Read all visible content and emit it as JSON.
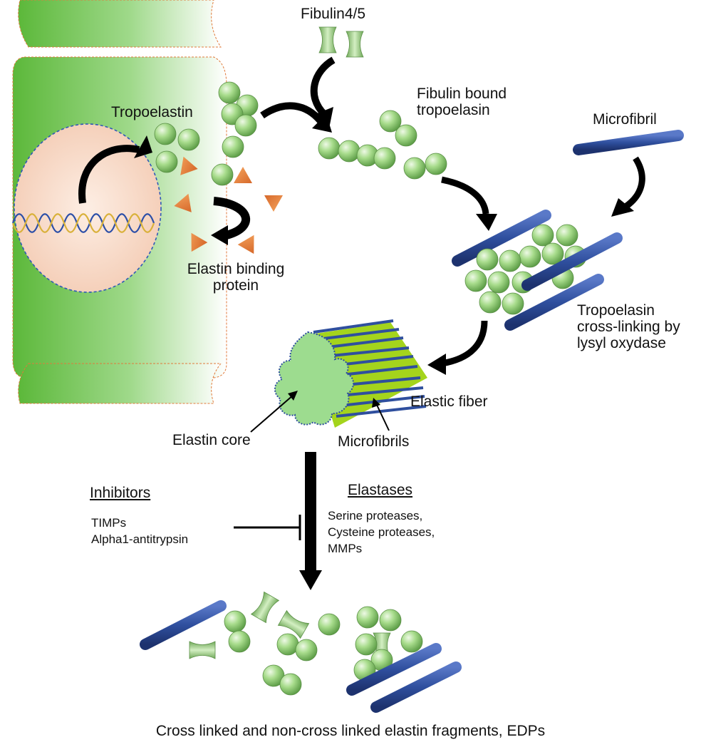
{
  "labels": {
    "fibulin": "Fibulin4/5",
    "tropoelastin": "Tropoelastin",
    "fibulin_bound_1": "Fibulin bound",
    "fibulin_bound_2": "tropoelasin",
    "microfibril": "Microfibril",
    "ebp_1": "Elastin binding",
    "ebp_2": "protein",
    "crosslink_1": "Tropoelasin",
    "crosslink_2": "cross-linking by",
    "crosslink_3": "lysyl oxydase",
    "elastic_fiber": "Elastic fiber",
    "elastin_core": "Elastin core",
    "microfibrils": "Microfibrils",
    "inhibitors_title": "Inhibitors",
    "inhibitors": [
      "TIMPs",
      "Alpha1-antitrypsin"
    ],
    "elastases_title": "Elastases",
    "elastases": [
      "Serine proteases,",
      "Cysteine proteases,",
      "MMPs"
    ],
    "fragments": "Cross linked and non-cross linked elastin fragments, EDPs"
  },
  "colors": {
    "cell_green": "#6cc04a",
    "nucleus": "#f9dccb",
    "sphere": "#a6d98a",
    "microfibril_blue": "#2f4f9e",
    "ebp_orange": "#e8853a",
    "elastin_core": "#9ddc8f",
    "fiber_lime": "#a4d41c",
    "arrow": "#000000"
  },
  "icons": {
    "tropoelastin": "green-sphere",
    "fibulin": "hourglass-shape",
    "microfibril": "blue-rod",
    "elastin_binding_protein": "orange-triangle",
    "dna": "double-helix"
  }
}
